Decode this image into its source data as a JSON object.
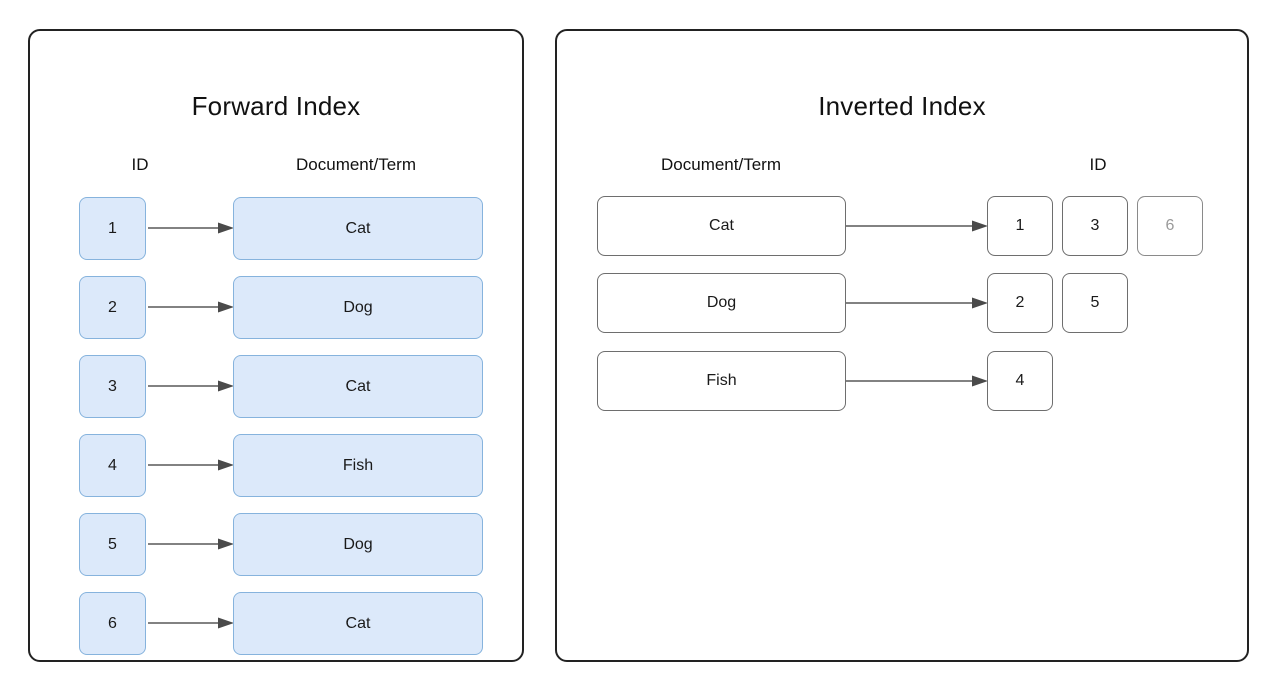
{
  "diagram": {
    "background_color": "#ffffff",
    "accent_fill": "#dce9fa",
    "accent_border": "#86b3dd",
    "neutral_border": "#6e6e6e",
    "arrow_color": "#595959",
    "text_color": "#1a1a1a",
    "muted_text_color": "#9a9a9a"
  },
  "forward_panel": {
    "title": "Forward Index",
    "headers": {
      "left": "ID",
      "right": "Document/Term"
    },
    "rows": [
      {
        "id": "1",
        "term": "Cat"
      },
      {
        "id": "2",
        "term": "Dog"
      },
      {
        "id": "3",
        "term": "Cat"
      },
      {
        "id": "4",
        "term": "Fish"
      },
      {
        "id": "5",
        "term": "Dog"
      },
      {
        "id": "6",
        "term": "Cat"
      }
    ]
  },
  "inverted_panel": {
    "title": "Inverted Index",
    "headers": {
      "left": "Document/Term",
      "right": "ID"
    },
    "rows": [
      {
        "term": "Cat",
        "ids": [
          "1",
          "3",
          "6"
        ]
      },
      {
        "term": "Dog",
        "ids": [
          "2",
          "5"
        ]
      },
      {
        "term": "Fish",
        "ids": [
          "4"
        ]
      }
    ]
  }
}
